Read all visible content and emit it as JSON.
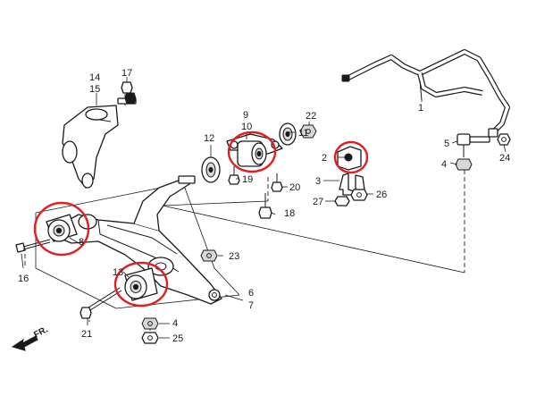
{
  "callouts": {
    "n1": "1",
    "n2": "2",
    "n3": "3",
    "n4a": "4",
    "n4b": "4",
    "n5": "5",
    "n6": "6",
    "n7": "7",
    "n8": "8",
    "n9": "9",
    "n10": "10",
    "n11": "11",
    "n12": "12",
    "n13": "13",
    "n14": "14",
    "n15": "15",
    "n16": "16",
    "n17": "17",
    "n18": "18",
    "n19": "19",
    "n20": "20",
    "n21": "21",
    "n22": "22",
    "n23": "23",
    "n24": "24",
    "n25": "25",
    "n26": "26",
    "n27": "27"
  },
  "direction_label": "FR.",
  "colors": {
    "highlight_circle": "#e02020",
    "line_art": "#1a1a1a",
    "background": "#ffffff"
  }
}
